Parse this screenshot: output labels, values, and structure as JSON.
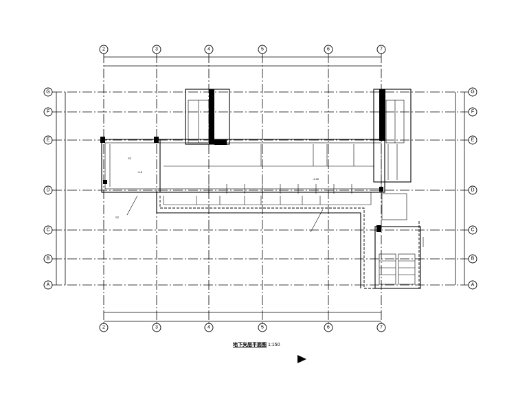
{
  "drawing": {
    "title_main": "地下夹层平面图",
    "title_scale": "1:150"
  },
  "column_axes": [
    "2",
    "3",
    "4",
    "5",
    "6",
    "7"
  ],
  "row_axes": [
    "G",
    "F",
    "E",
    "D",
    "C",
    "B",
    "A"
  ],
  "notes": [
    "SZ",
    "SZ",
    "-0.8",
    "-1.00"
  ]
}
